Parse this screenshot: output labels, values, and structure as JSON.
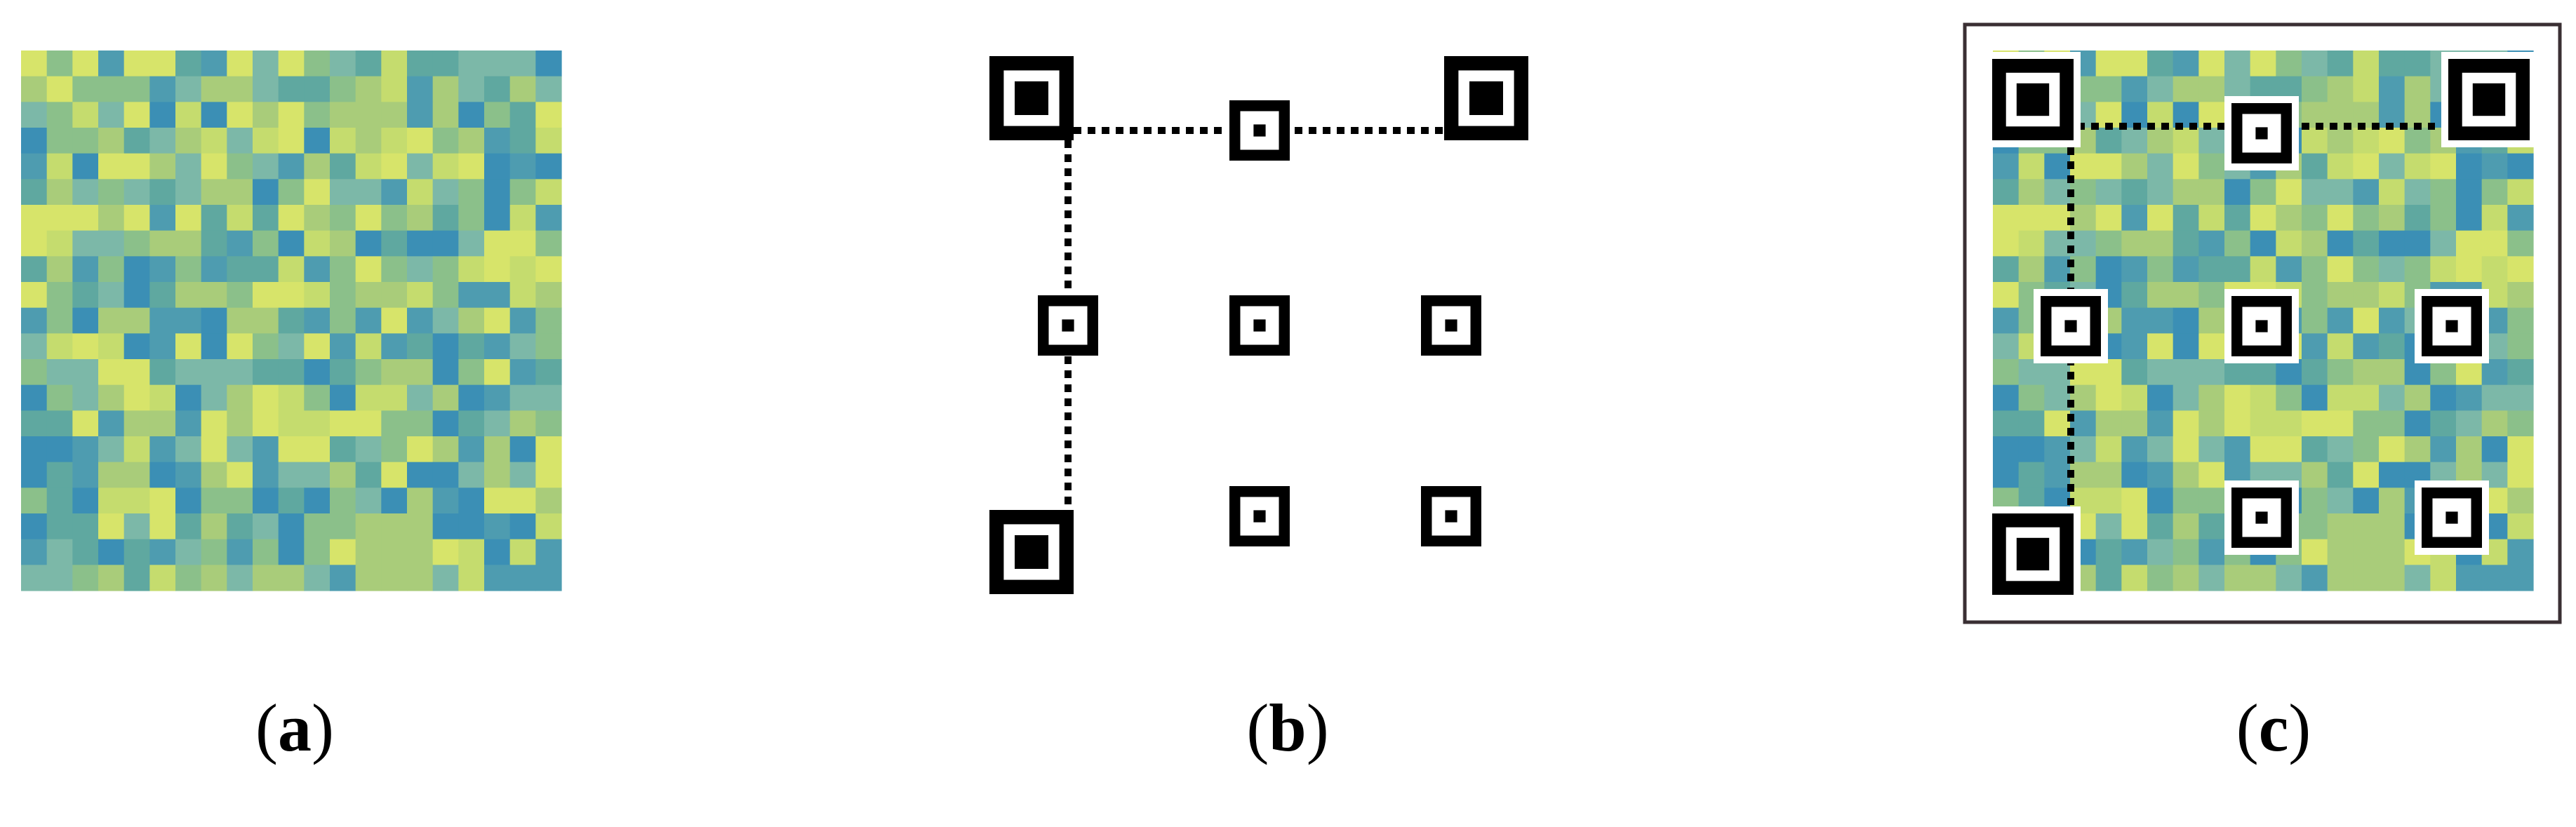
{
  "captions": {
    "a": "a",
    "b": "b",
    "c": "c"
  },
  "colors": {
    "palette": [
      "#3b8fb5",
      "#5fa8a0",
      "#8bc08a",
      "#a9cc7a",
      "#c5dc6e",
      "#d7e46a",
      "#7cb8a8",
      "#4e9cb0"
    ],
    "marker": "#000000",
    "frame": "#3a2f33"
  },
  "grid": {
    "rows": 21,
    "cols": 21
  },
  "markers": {
    "finder": [
      [
        0,
        0
      ],
      [
        0,
        2
      ],
      [
        2,
        0
      ]
    ],
    "alignment": [
      [
        0,
        1
      ],
      [
        1,
        0
      ],
      [
        1,
        1
      ],
      [
        1,
        2
      ],
      [
        2,
        1
      ],
      [
        2,
        2
      ]
    ]
  }
}
